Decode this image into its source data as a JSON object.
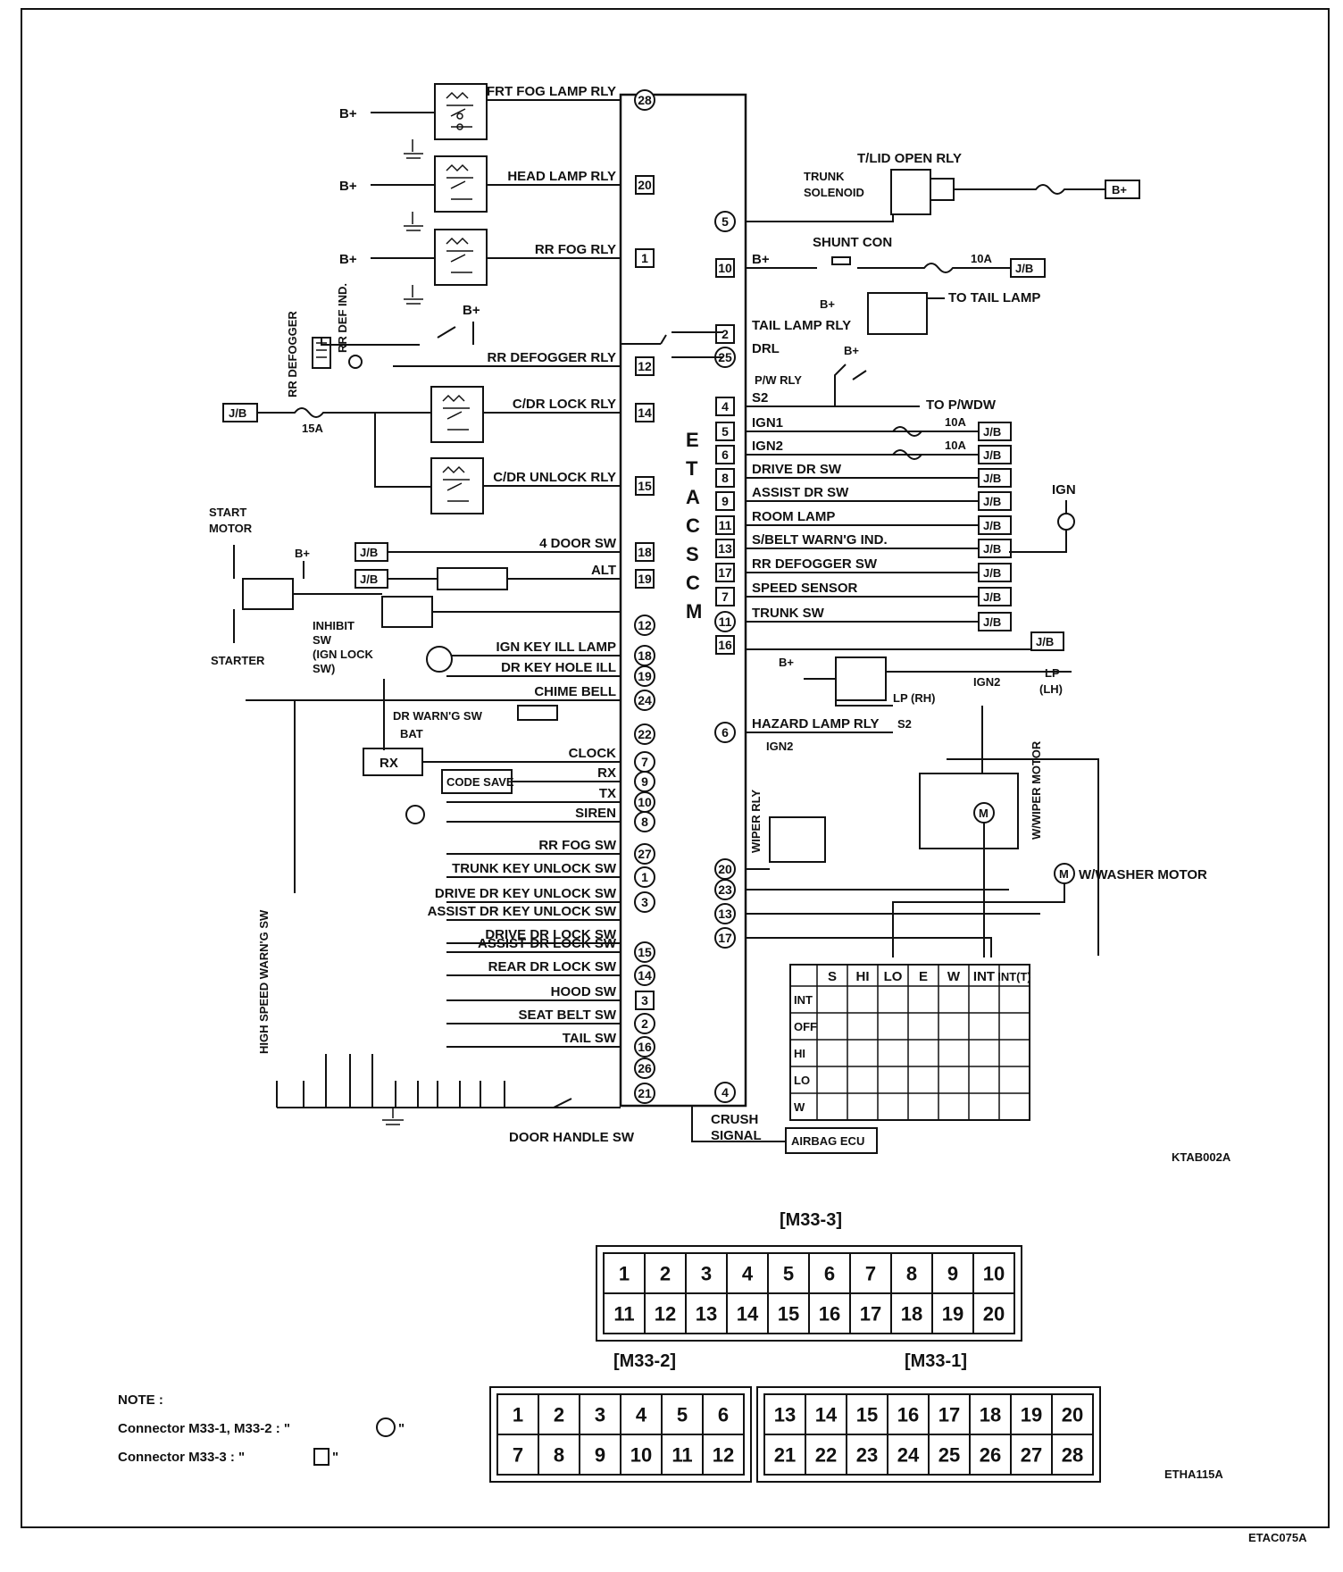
{
  "module": {
    "letters": [
      "E",
      "T",
      "A",
      "C",
      "S",
      "C",
      "M"
    ]
  },
  "left_pins": [
    {
      "label": "FRT FOG LAMP RLY",
      "pin": "28",
      "shape": "circle"
    },
    {
      "label": "HEAD LAMP RLY",
      "pin": "20",
      "shape": "square"
    },
    {
      "label": "RR FOG RLY",
      "pin": "1",
      "shape": "square"
    },
    {
      "label": "RR DEFOGGER RLY",
      "pin": "12",
      "shape": "square"
    },
    {
      "label": "C/DR LOCK RLY",
      "pin": "14",
      "shape": "square"
    },
    {
      "label": "C/DR UNLOCK RLY",
      "pin": "15",
      "shape": "square"
    },
    {
      "label": "4 DOOR SW",
      "pin": "18",
      "shape": "square"
    },
    {
      "label": "ALT",
      "pin": "19",
      "shape": "square"
    },
    {
      "label": "",
      "pin": "12",
      "shape": "circle"
    },
    {
      "label": "IGN KEY ILL LAMP",
      "pin": "18",
      "shape": "circle"
    },
    {
      "label": "DR KEY HOLE ILL",
      "pin": "19",
      "shape": "circle"
    },
    {
      "label": "CHIME BELL",
      "pin": "24",
      "shape": "circle"
    },
    {
      "label": "",
      "pin": "22",
      "shape": "circle"
    },
    {
      "label": "CLOCK",
      "pin": "7",
      "shape": "circle"
    },
    {
      "label": "RX",
      "pin": "9",
      "shape": "circle"
    },
    {
      "label": "TX",
      "pin": "10",
      "shape": "circle"
    },
    {
      "label": "SIREN",
      "pin": "8",
      "shape": "circle"
    },
    {
      "label": "RR FOG SW",
      "pin": "27",
      "shape": "circle"
    },
    {
      "label": "TRUNK KEY UNLOCK SW",
      "pin": "1",
      "shape": "circle"
    },
    {
      "label": "DRIVE DR KEY UNLOCK SW",
      "pin": "3",
      "shape": "circle"
    },
    {
      "label": "ASSIST DR KEY UNLOCK SW",
      "pin": "",
      "shape": "none"
    },
    {
      "label": "DRIVE DR LOCK SW",
      "pin": "",
      "shape": "none"
    },
    {
      "label": "ASSIST DR LOCK SW",
      "pin": "15",
      "shape": "circle"
    },
    {
      "label": "REAR DR LOCK SW",
      "pin": "14",
      "shape": "circle"
    },
    {
      "label": "HOOD SW",
      "pin": "3",
      "shape": "square"
    },
    {
      "label": "SEAT BELT SW",
      "pin": "2",
      "shape": "circle"
    },
    {
      "label": "TAIL SW",
      "pin": "16",
      "shape": "circle"
    },
    {
      "label": "",
      "pin": "26",
      "shape": "circle"
    },
    {
      "label": "",
      "pin": "21",
      "shape": "circle"
    }
  ],
  "right_pins": [
    {
      "label": "",
      "pin": "5",
      "shape": "circle"
    },
    {
      "label": "B+",
      "pin": "10",
      "shape": "square"
    },
    {
      "label": "TAIL LAMP RLY",
      "pin": "2",
      "shape": "square"
    },
    {
      "label": "DRL",
      "pin": "25",
      "shape": "circle"
    },
    {
      "label": "S2",
      "pin": "4",
      "shape": "square"
    },
    {
      "label": "IGN1",
      "pin": "5",
      "shape": "square"
    },
    {
      "label": "IGN2",
      "pin": "6",
      "shape": "square"
    },
    {
      "label": "DRIVE DR SW",
      "pin": "8",
      "shape": "square"
    },
    {
      "label": "ASSIST DR SW",
      "pin": "9",
      "shape": "square"
    },
    {
      "label": "ROOM LAMP",
      "pin": "11",
      "shape": "square"
    },
    {
      "label": "S/BELT WARN'G IND.",
      "pin": "13",
      "shape": "square"
    },
    {
      "label": "RR DEFOGGER SW",
      "pin": "17",
      "shape": "square"
    },
    {
      "label": "SPEED SENSOR",
      "pin": "7",
      "shape": "square"
    },
    {
      "label": "TRUNK SW",
      "pin": "11",
      "shape": "circle"
    },
    {
      "label": "",
      "pin": "16",
      "shape": "square"
    },
    {
      "label": "HAZARD LAMP RLY",
      "pin": "6",
      "shape": "circle"
    },
    {
      "label": "",
      "pin": "20",
      "shape": "circle"
    },
    {
      "label": "",
      "pin": "23",
      "shape": "circle"
    },
    {
      "label": "",
      "pin": "13",
      "shape": "circle"
    },
    {
      "label": "",
      "pin": "17",
      "shape": "circle"
    },
    {
      "label": "",
      "pin": "4",
      "shape": "circle"
    }
  ],
  "labels": {
    "b_plus": "B+",
    "jb": "J/B",
    "tlid_open_rly": "T/LID OPEN RLY",
    "trunk_solenoid_1": "TRUNK",
    "trunk_solenoid_2": "SOLENOID",
    "shunt_con": "SHUNT CON",
    "fuse_10a": "10A",
    "fuse_15a": "15A",
    "to_tail_lamp": "TO TAIL LAMP",
    "pw_rly": "P/W RLY",
    "to_pwdw": "TO P/WDW",
    "ign": "IGN",
    "rr_defogger": "RR DEFOGGER",
    "rr_def_ind": "RR DEF IND.",
    "start_motor_1": "START",
    "start_motor_2": "MOTOR",
    "starter": "STARTER",
    "inhibit_1": "INHIBIT",
    "inhibit_2": "SW",
    "inhibit_3": "(IGN LOCK",
    "inhibit_4": "SW)",
    "dr_warng_sw": "DR WARN'G SW",
    "bat": "BAT",
    "rx": "RX",
    "code_save": "CODE SAVE",
    "high_speed_warng_sw": "HIGH SPEED WARN'G SW",
    "door_handle_sw": "DOOR HANDLE SW",
    "crush_signal_1": "CRUSH",
    "crush_signal_2": "SIGNAL",
    "airbag_ecu": "AIRBAG ECU",
    "lp_rh": "LP (RH)",
    "lp_lh_1": "LP",
    "lp_lh_2": "(LH)",
    "ign2": "IGN2",
    "s2": "S2",
    "wiper_rly": "WIPER RLY",
    "wiper_motor": "W/WIPER MOTOR",
    "washer_motor": "W/WASHER MOTOR",
    "motor_m": "M",
    "code_top": "KTAB002A",
    "code_mid": "ETHA115A",
    "code_bottom": "ETAC075A"
  },
  "switch_table": {
    "columns": [
      "S",
      "HI",
      "LO",
      "E",
      "W",
      "INT",
      "INT(T)"
    ],
    "rows": [
      "INT",
      "OFF",
      "HI",
      "LO",
      "W"
    ]
  },
  "connectors": {
    "m33_3": {
      "title": "[M33-3]",
      "row1": [
        "1",
        "2",
        "3",
        "4",
        "5",
        "6",
        "7",
        "8",
        "9",
        "10"
      ],
      "row2": [
        "11",
        "12",
        "13",
        "14",
        "15",
        "16",
        "17",
        "18",
        "19",
        "20"
      ]
    },
    "m33_2": {
      "title": "[M33-2]",
      "row1": [
        "1",
        "2",
        "3",
        "4",
        "5",
        "6"
      ],
      "row2": [
        "7",
        "8",
        "9",
        "10",
        "11",
        "12"
      ]
    },
    "m33_1": {
      "title": "[M33-1]",
      "row1": [
        "13",
        "14",
        "15",
        "16",
        "17",
        "18",
        "19",
        "20"
      ],
      "row2": [
        "21",
        "22",
        "23",
        "24",
        "25",
        "26",
        "27",
        "28"
      ]
    }
  },
  "note": {
    "title": "NOTE :",
    "line1": "Connector M33-1, M33-2 : \"",
    "line1_end": "\"",
    "line2": "Connector M33-3 : \"",
    "line2_end": "\""
  }
}
